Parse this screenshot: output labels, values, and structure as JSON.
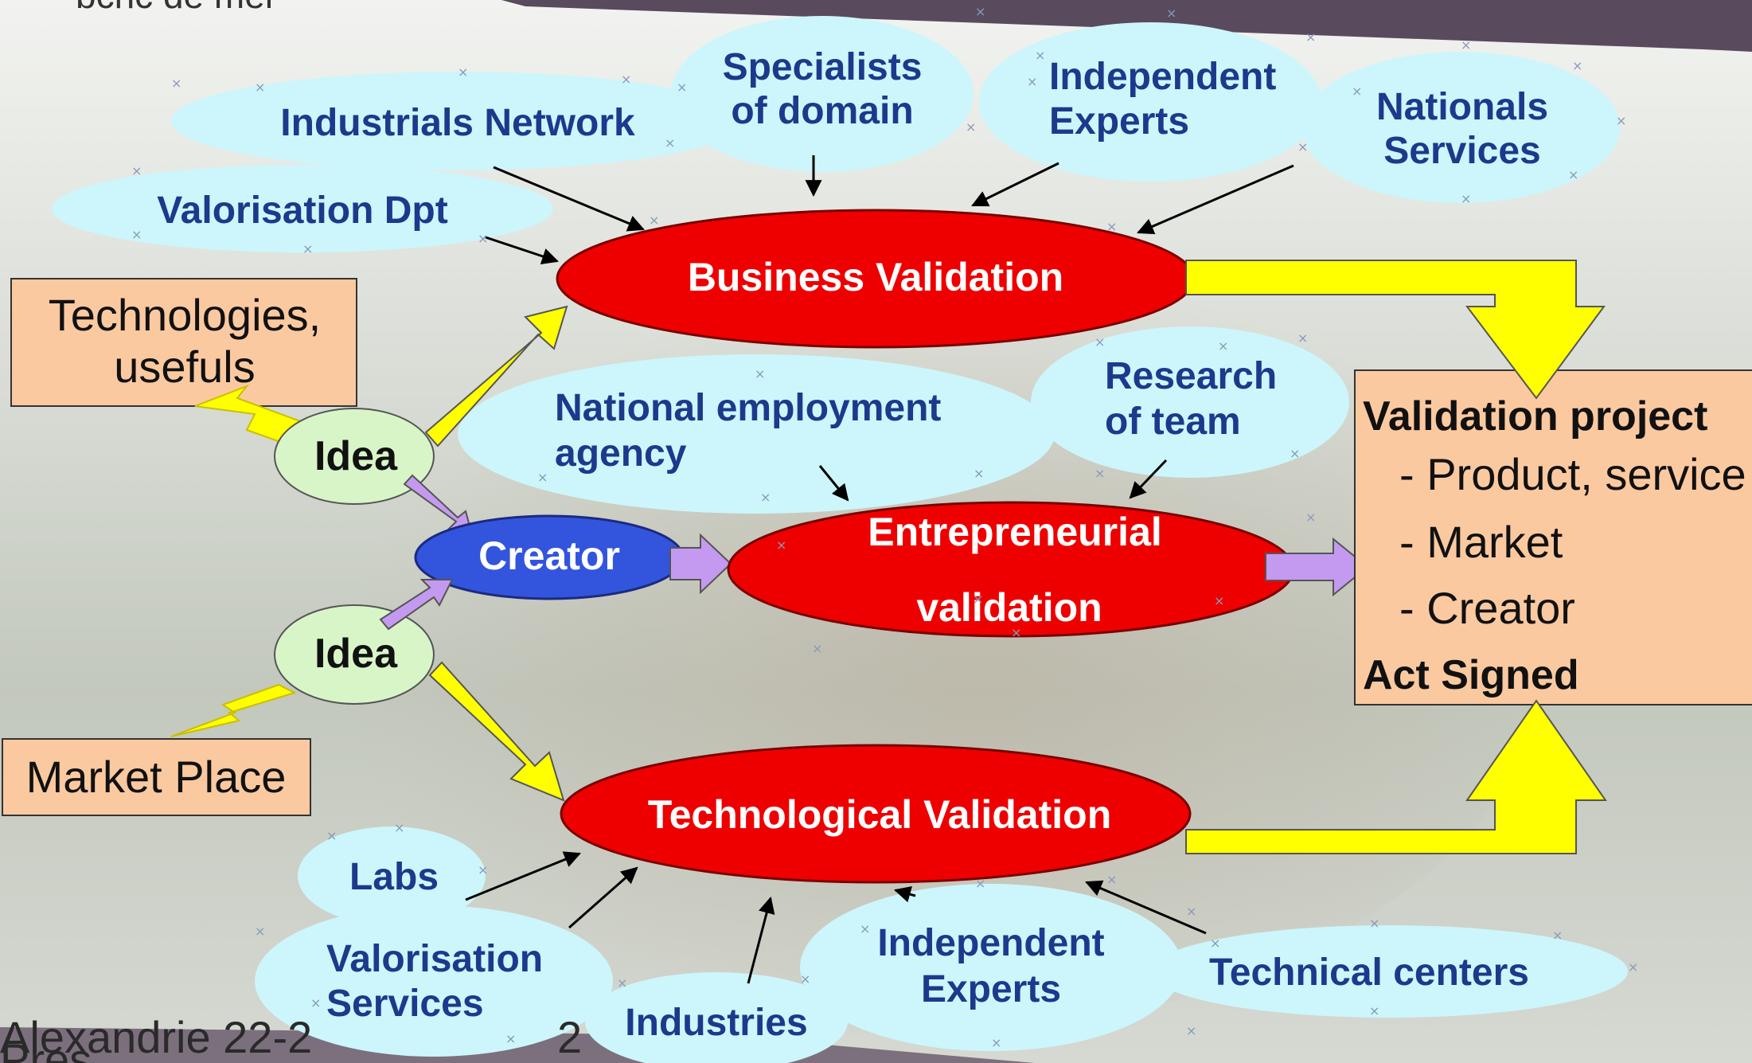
{
  "header_fragment": "bchc de mer",
  "business_inputs": {
    "industrials_network": "Industrials Network",
    "specialists": [
      "Specialists",
      "of domain"
    ],
    "independent_experts_top": [
      "Independent",
      "Experts"
    ],
    "nationals_services": [
      "Nationals",
      "Services"
    ],
    "valorisation_dpt": "Valorisation Dpt"
  },
  "validations": {
    "business": "Business Validation",
    "entrepreneurial": [
      "Entrepreneurial",
      "validation"
    ],
    "technological": "Technological Validation"
  },
  "entrepreneurial_inputs": {
    "national_employment": [
      "National employment",
      "agency"
    ],
    "research_team": [
      "Research",
      "of team"
    ]
  },
  "sources": {
    "technologies": [
      "Technologies,",
      "usefuls"
    ],
    "market_place": "Market Place",
    "idea_top": "Idea",
    "idea_bottom": "Idea",
    "creator": "Creator"
  },
  "result_box": {
    "title": "Validation project",
    "items": [
      "- Product, service",
      "- Market",
      "- Creator"
    ],
    "footer": "Act Signed"
  },
  "tech_inputs": {
    "labs": "Labs",
    "valorisation_services": [
      "Valorisation",
      "Services"
    ],
    "industries": "Industries",
    "independent_experts_bottom": [
      "Independent",
      "Experts"
    ],
    "technical_centers": "Technical centers"
  },
  "footer": {
    "location": "Alexandrie 22-2",
    "location_suffix": "2",
    "presenter_fragment": "Pres..."
  },
  "colors": {
    "cloud": "#ccf6fb",
    "validation_red": "#ee0000",
    "creator_blue": "#3355dd",
    "idea_green": "#d8f5c8",
    "box_orange": "#fbc9a0",
    "arrow_yellow": "#ffff00",
    "arrow_violet": "#c49af0"
  }
}
